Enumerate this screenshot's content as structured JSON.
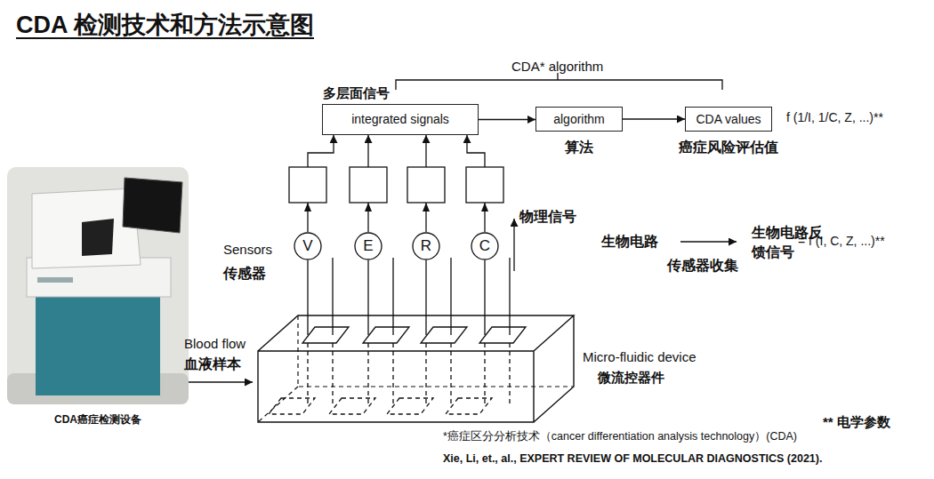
{
  "diagram": {
    "title": "CDA 检测技术和方法示意图",
    "caption": "*癌症区分分析技术（cancer differentiation analysis technology）(CDA)",
    "nodes": [
      {
        "text": [
          "多层面信号",
          "integrated signals"
        ]
      },
      {
        "text": [
          "algorithm",
          "算法"
        ]
      },
      {
        "text": [
          "CDA values",
          "癌症风险评估值"
        ]
      },
      {
        "text": [
          "V"
        ]
      },
      {
        "text": [
          "E"
        ]
      },
      {
        "text": [
          "R"
        ]
      },
      {
        "text": [
          "C"
        ]
      },
      {
        "text": [
          "Micro-fluidic device",
          "微流控器件"
        ]
      }
    ],
    "edges": [
      {
        "from": 0,
        "to": 1,
        "arrow": "to"
      },
      {
        "from": 1,
        "to": 2,
        "arrow": "to"
      },
      {
        "from": 3,
        "to": 0,
        "arrow": "to"
      },
      {
        "from": 4,
        "to": 0,
        "arrow": "to"
      },
      {
        "from": 5,
        "to": 0,
        "arrow": "to"
      },
      {
        "from": 6,
        "to": 0,
        "arrow": "to"
      },
      {
        "from": 3,
        "to": 7,
        "arrow": "none"
      },
      {
        "from": 4,
        "to": 7,
        "arrow": "none"
      },
      {
        "from": 5,
        "to": 7,
        "arrow": "none"
      },
      {
        "from": 6,
        "to": 7,
        "arrow": "none"
      }
    ],
    "labels": [
      "CDA* algorithm",
      "f (1/I, 1/C, Z, ...)**",
      "物理信号",
      "生物电路",
      "传感器收集",
      "生物电路反馈信号",
      "= f (I, C, Z, ...)**",
      "Sensors",
      "传感器",
      "Blood flow",
      "血液样本",
      "CDA癌症检测设备",
      "** 电学参数",
      "Xie, Li, et., al., EXPERT REVIEW OF MOLECULAR DIAGNOSTICS (2021)."
    ]
  }
}
